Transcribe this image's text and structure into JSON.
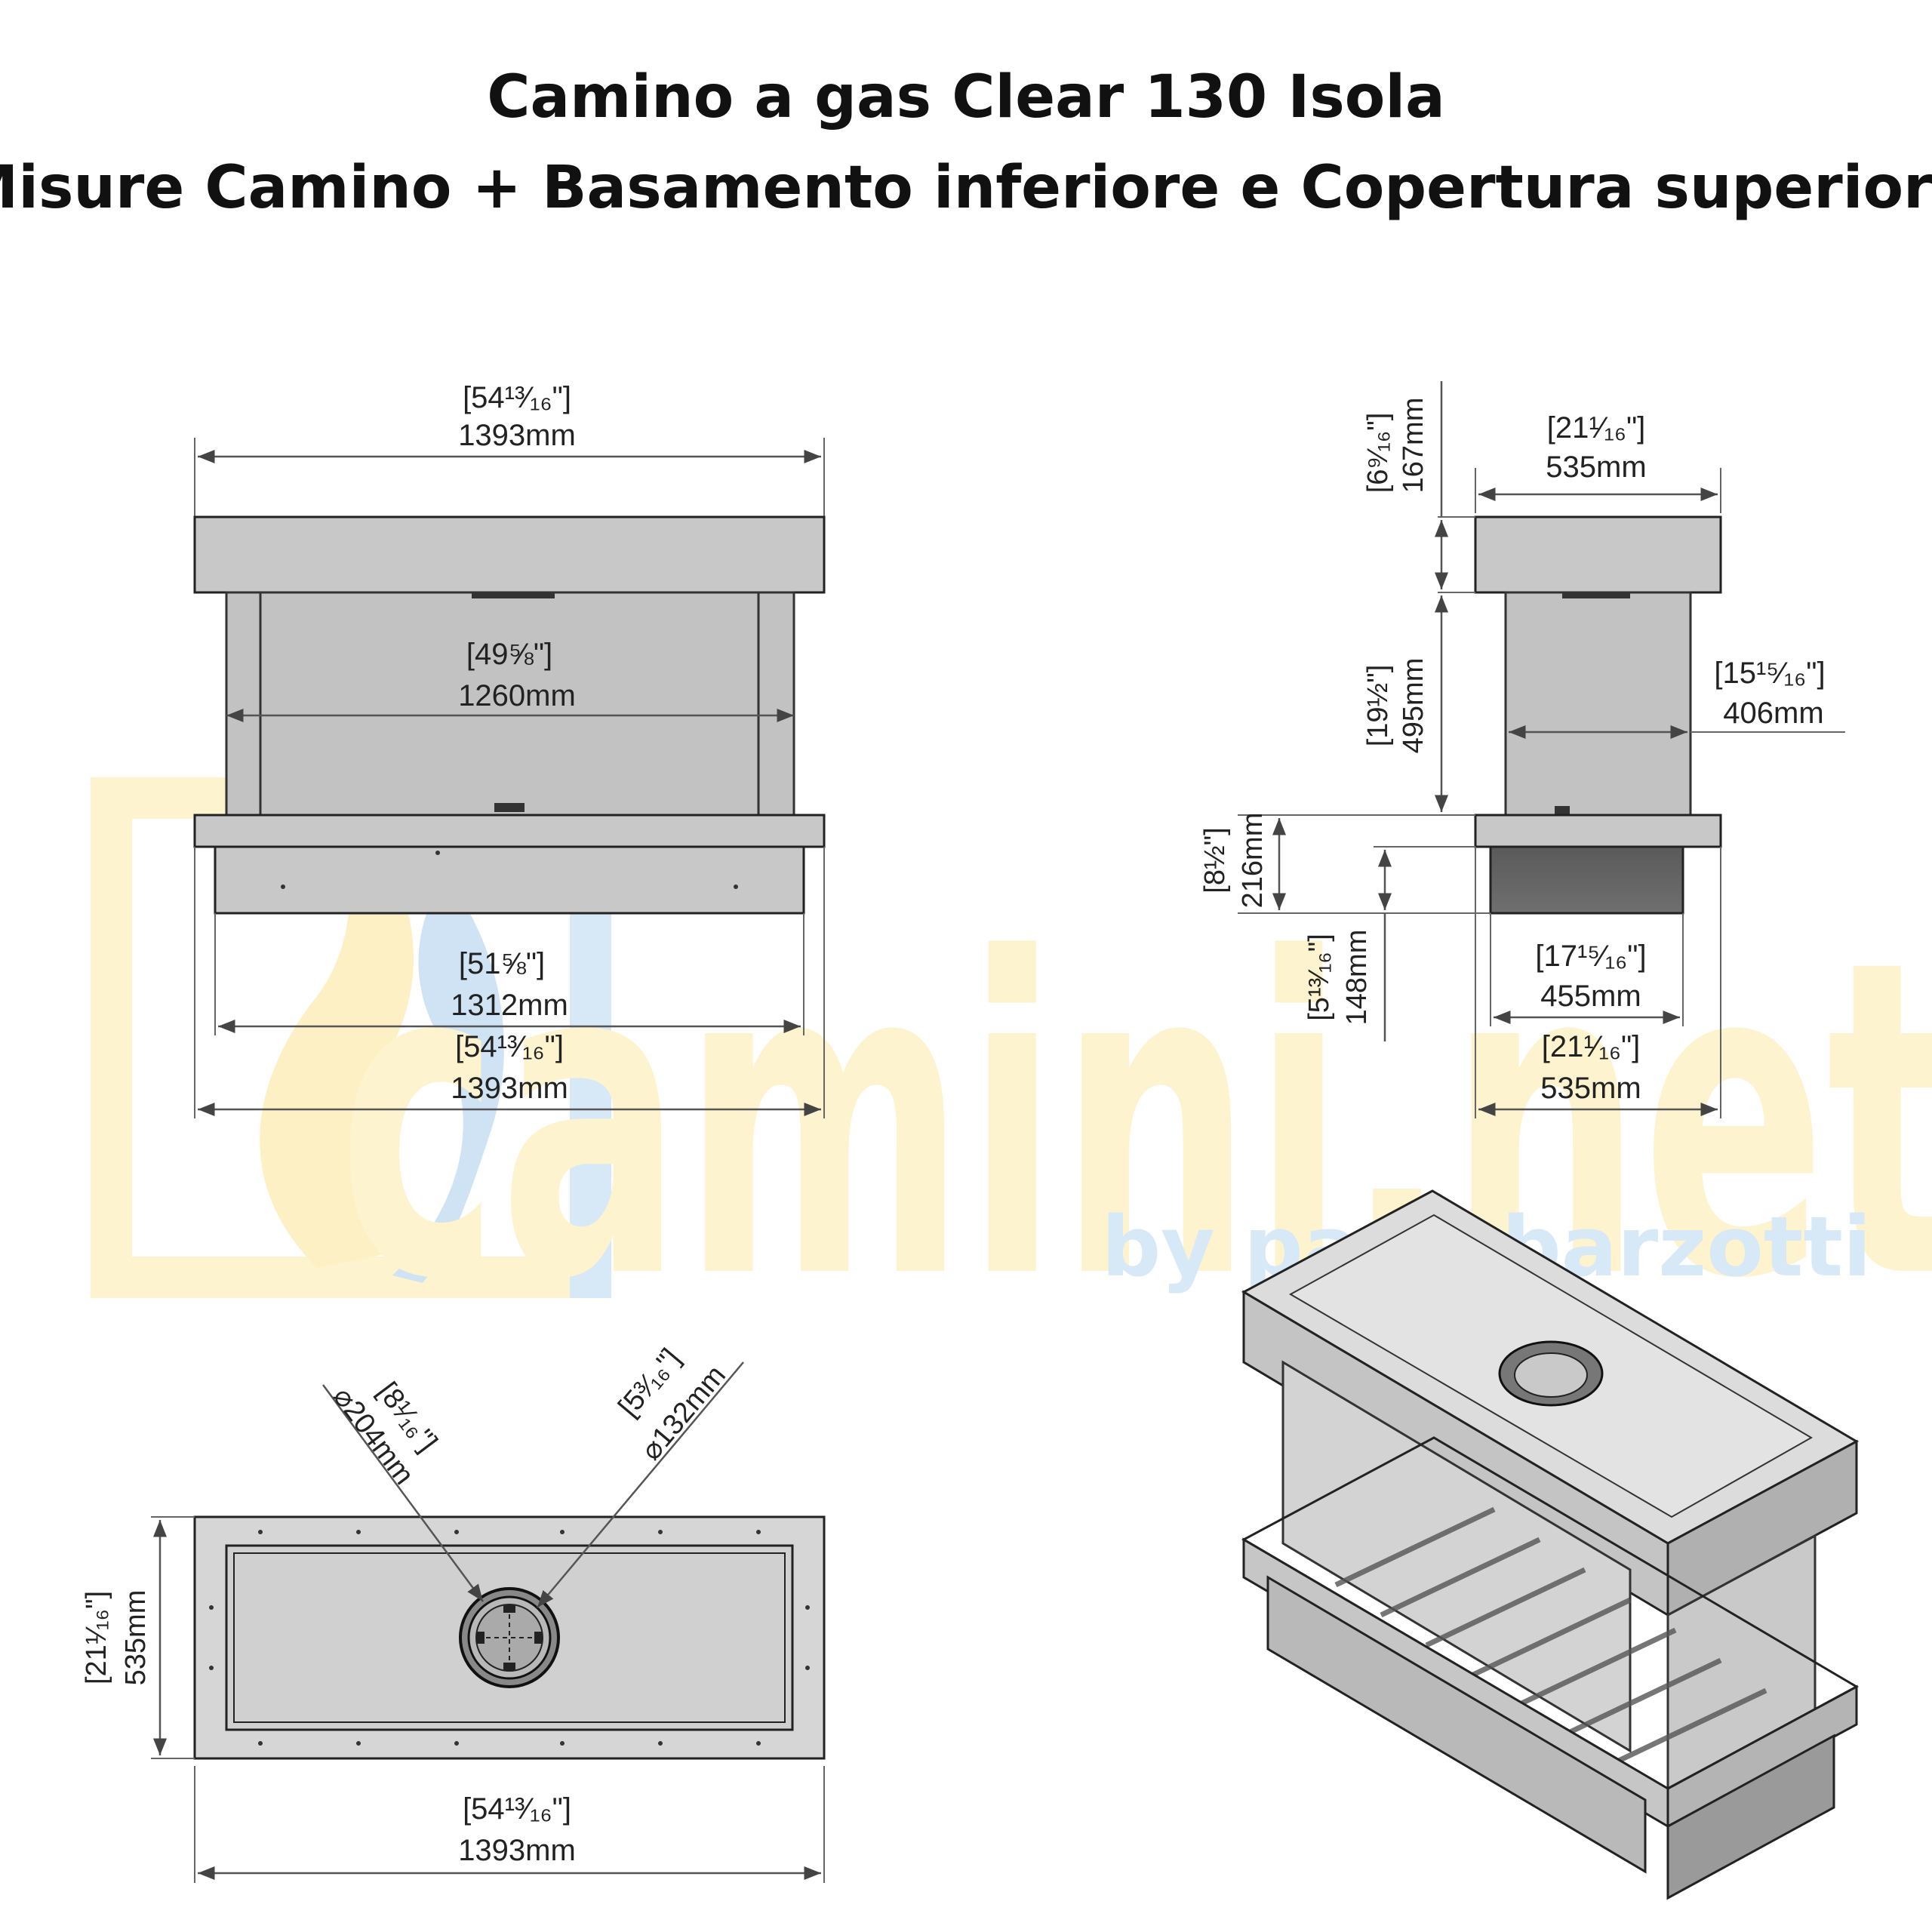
{
  "title": {
    "line1": "Camino a gas Clear 130 Isola",
    "line2": "Misure Camino + Basamento inferiore e Copertura superiore"
  },
  "front_view": {
    "top_width_in": "[54¹³⁄₁₆\"]",
    "top_width_mm": "1393mm",
    "glass_width_in": "[49⅝\"]",
    "glass_width_mm": "1260mm",
    "base_width_in": "[51⅝\"]",
    "base_width_mm": "1312mm",
    "bottom_width_in": "[54¹³⁄₁₆\"]",
    "bottom_width_mm": "1393mm"
  },
  "side_view": {
    "top_depth_in": "[21¹⁄₁₆\"]",
    "top_depth_mm": "535mm",
    "cover_height_in": "[6⁹⁄₁₆\"]",
    "cover_height_mm": "167mm",
    "glass_height_in": "[19½\"]",
    "glass_height_mm": "495mm",
    "glass_depth_in": "[15¹⁵⁄₁₆\"]",
    "glass_depth_mm": "406mm",
    "base_height_in": "[8½\"]",
    "base_height_mm": "216mm",
    "plinth_height_in": "[5¹³⁄₁₆\"]",
    "plinth_height_mm": "148mm",
    "plinth_depth_in": "[17¹⁵⁄₁₆\"]",
    "plinth_depth_mm": "455mm",
    "bottom_depth_in": "[21¹⁄₁₆\"]",
    "bottom_depth_mm": "535mm"
  },
  "top_view": {
    "outer_dia_in": "[8¹⁄₁₆\"]",
    "outer_dia_mm": "⌀204mm",
    "inner_dia_in": "[5³⁄₁₆\"]",
    "inner_dia_mm": "⌀132mm",
    "depth_in": "[21¹⁄₁₆\"]",
    "depth_mm": "535mm",
    "width_in": "[54¹³⁄₁₆\"]",
    "width_mm": "1393mm"
  },
  "watermark": {
    "brand": "camini.net",
    "tagline_a": "by paolo",
    "tagline_b": "barzotti",
    "colors": {
      "yellow": "#fdf3cf",
      "blue": "#d7e8f6"
    }
  }
}
